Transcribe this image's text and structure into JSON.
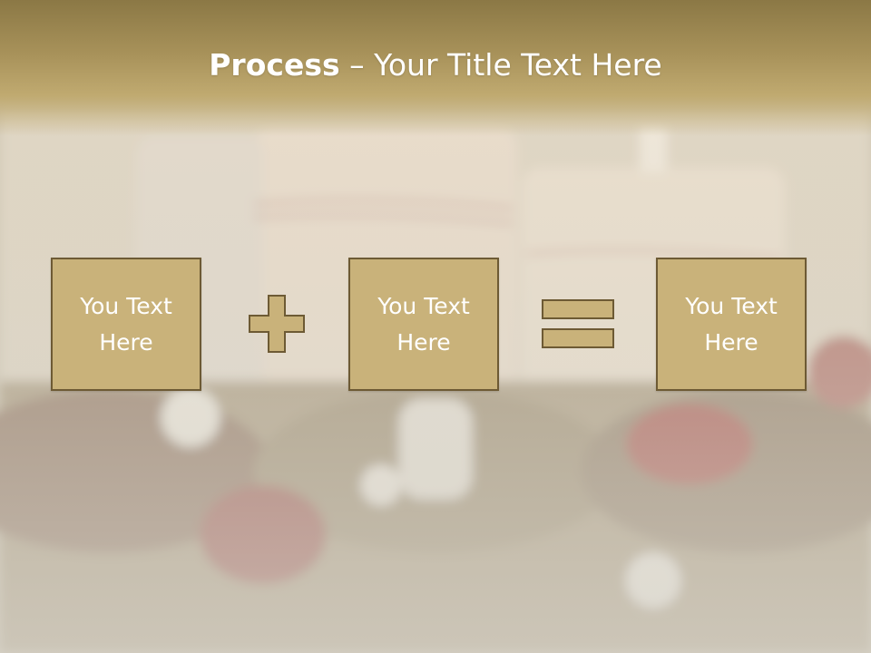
{
  "slide": {
    "title_bold": "Process",
    "title_rest": " – Your Title Text Here",
    "boxes": [
      {
        "line1": "You Text",
        "line2": "Here"
      },
      {
        "line1": "You Text",
        "line2": "Here"
      },
      {
        "line1": "You Text",
        "line2": "Here"
      }
    ],
    "operators": [
      "plus-icon",
      "equals-icon"
    ]
  },
  "colors": {
    "box_fill": "#c9b27a",
    "box_border": "#6d5a34",
    "band_top": "#8b7845",
    "text": "#ffffff"
  }
}
